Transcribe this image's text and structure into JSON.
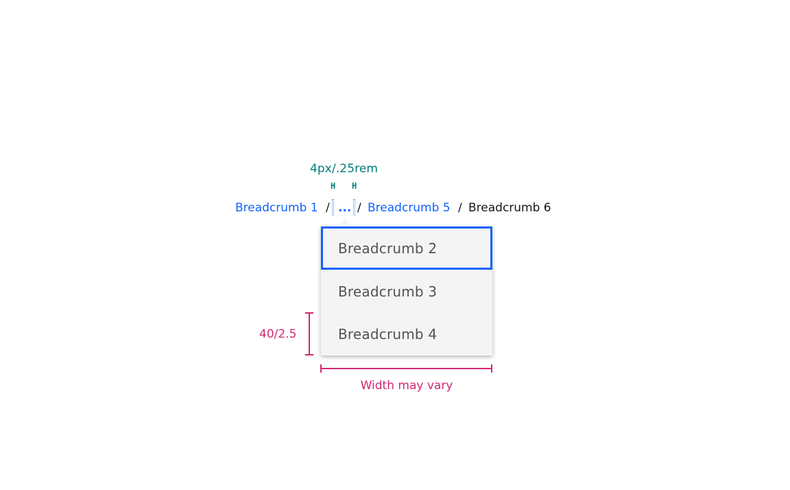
{
  "annotations": {
    "spacing_label": "4px/.25rem",
    "spacing_tick": "H",
    "height_label": "40/2.5",
    "width_label": "Width may vary"
  },
  "breadcrumb": {
    "separator": "/",
    "overflow_glyph": "...",
    "items": [
      {
        "label": "Breadcrumb 1"
      },
      {
        "label": "Breadcrumb 5"
      },
      {
        "label": "Breadcrumb 6"
      }
    ]
  },
  "menu": {
    "items": [
      {
        "label": "Breadcrumb 2",
        "state": "focused"
      },
      {
        "label": "Breadcrumb 3",
        "state": "default"
      },
      {
        "label": "Breadcrumb 4",
        "state": "default"
      }
    ]
  },
  "colors": {
    "link": "#0f62fe",
    "text": "#161616",
    "menu_text": "#525252",
    "menu_bg": "#f4f4f4",
    "focus": "#0f62fe",
    "spacing_annotation": "#007d79",
    "measure_annotation": "#d12771"
  }
}
